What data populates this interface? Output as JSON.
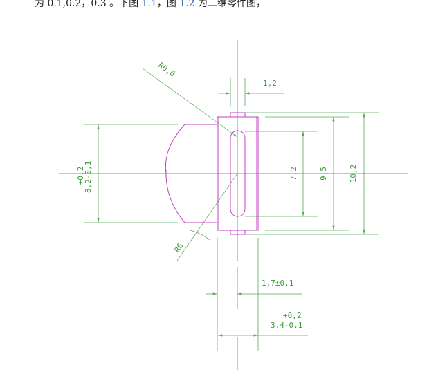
{
  "caption": {
    "part1": "为 0.1,0.2，0.3 。下图 ",
    "ref1": "1.1",
    "part2": "，图 ",
    "ref2": "1.2",
    "part3": " 为二维零件图，"
  },
  "colors": {
    "centerline": "#f06060",
    "outline": "#c040c0",
    "dimension": "#3a9a3a",
    "reference": "#2a5db0"
  },
  "dimensions": {
    "r_small": "R0,6",
    "r_large": "R6",
    "slot_width": "1,2",
    "lens_height_tol_upper": "+0,2",
    "lens_height": "8,2-0,1",
    "slot_length": "7,2",
    "body_height": "9,5",
    "overall_height": "10,2",
    "offset": "1,7±0,1",
    "width_tol_upper": "+0,2",
    "width": "3,4-0,1"
  }
}
